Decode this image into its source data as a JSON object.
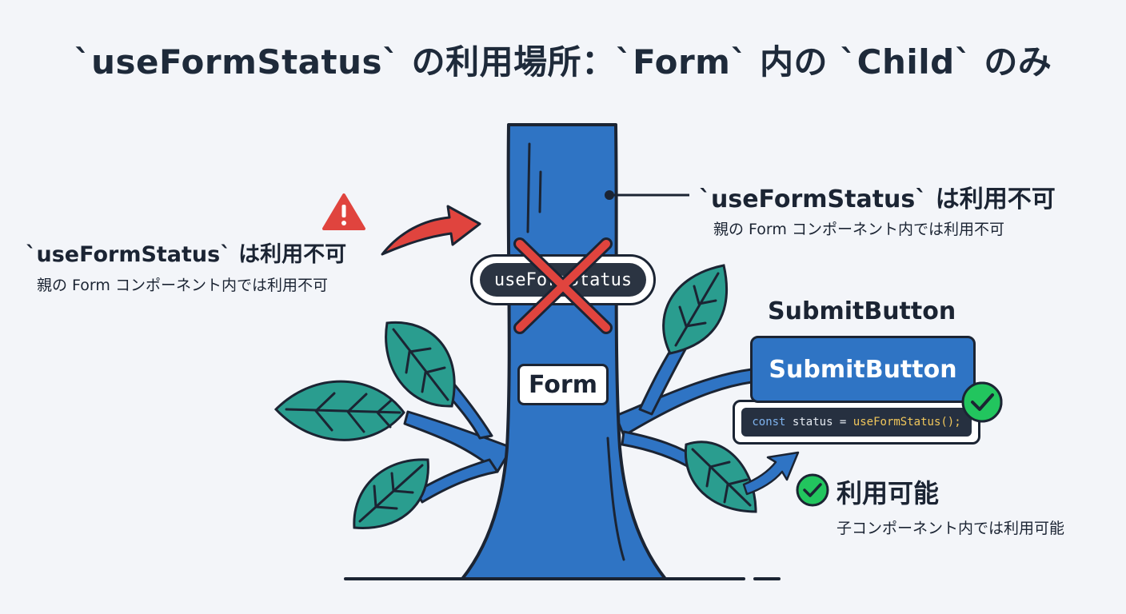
{
  "header": {
    "title": "`useFormStatus` の利用場所：`Form` 内の `Child` のみ"
  },
  "left_callout": {
    "heading": "`useFormStatus` は利用不可",
    "subtext": "親の Form コンポーネント内では利用不可",
    "icon": "warning-icon"
  },
  "right_callout": {
    "heading": "`useFormStatus` は利用不可",
    "subtext": "親の Form コンポーネント内では利用不可"
  },
  "trunk": {
    "hook_label": "useFormStatus",
    "form_label": "Form"
  },
  "child": {
    "title": "SubmitButton",
    "button_label": "SubmitButton",
    "code": {
      "keyword": "const",
      "variable": " status = ",
      "call": "useFormStatus();"
    }
  },
  "ok_callout": {
    "heading": "利用可能",
    "subtext": "子コンポーネント内では利用可能",
    "icon": "check-circle-icon"
  },
  "colors": {
    "trunk": "#2f74c4",
    "leaf": "#2a9d8f",
    "outline": "#1b2433",
    "cross": "#e0443e",
    "arrow_red": "#e0443e",
    "arrow_blue": "#2f74c4",
    "check": "#22c55e",
    "background": "#f3f5f9"
  }
}
